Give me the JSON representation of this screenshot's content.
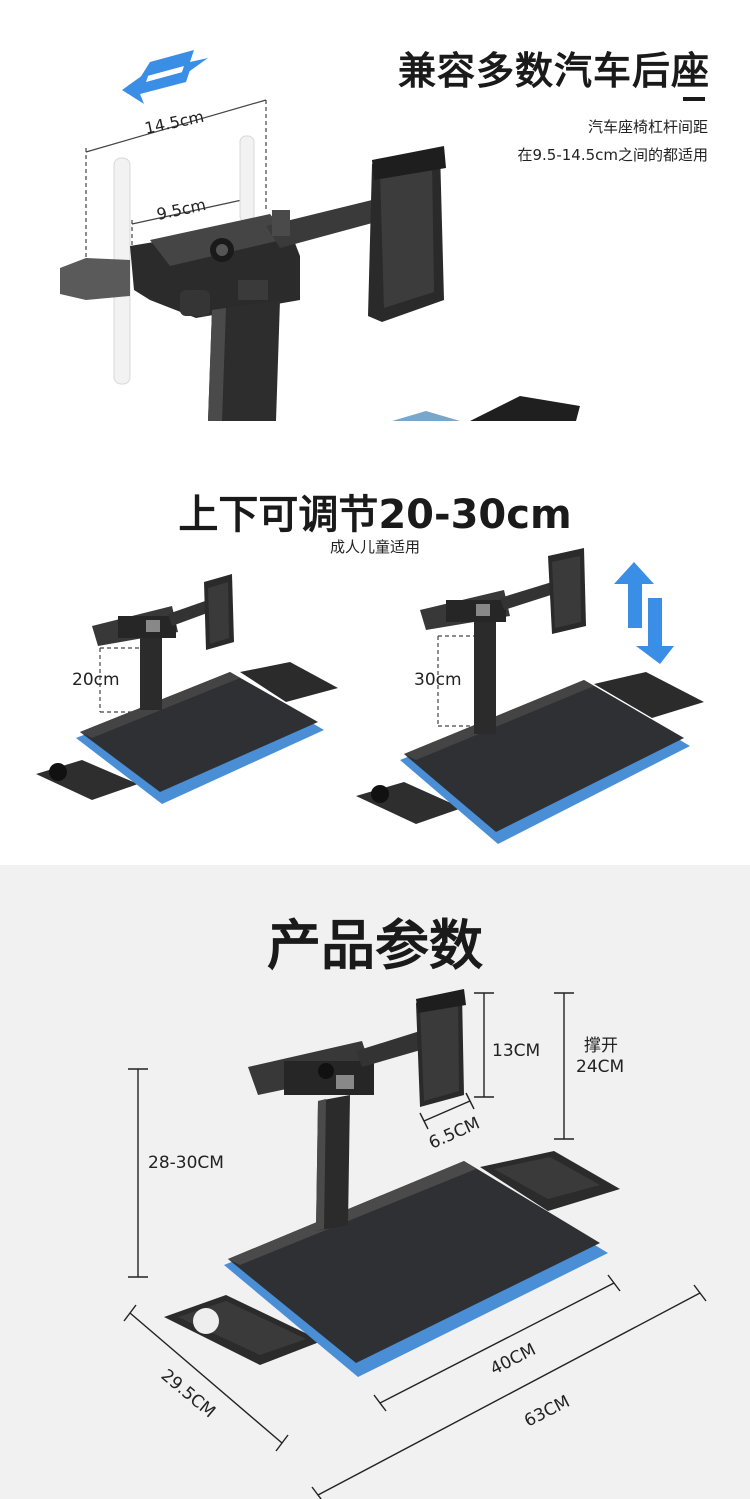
{
  "section1": {
    "title": "兼容多数汽车后座",
    "subtitle_line1": "汽车座椅杠杆间距",
    "subtitle_line2": "在9.5-14.5cm之间的都适用",
    "dim_outer": "14.5cm",
    "dim_inner": "9.5cm",
    "arrow_color": "#3a8ee6"
  },
  "section2": {
    "title": "上下可调节20-30cm",
    "subtitle": "成人儿童适用",
    "dim_left": "20cm",
    "dim_right": "30cm",
    "arrow_color": "#3a8ee6"
  },
  "section3": {
    "title": "产品参数",
    "dim_holder_height": "13CM",
    "dim_holder_open_line1": "撑开",
    "dim_holder_open_line2": "24CM",
    "dim_holder_width": "6.5CM",
    "dim_height": "28-30CM",
    "dim_depth": "29.5CM",
    "dim_board": "40CM",
    "dim_total": "63CM",
    "tray_edge_color": "#4a8fd6"
  },
  "icons": {
    "swap_arrow": "double-horizontal-arrow-icon",
    "updown_arrow": "double-vertical-arrow-icon"
  }
}
